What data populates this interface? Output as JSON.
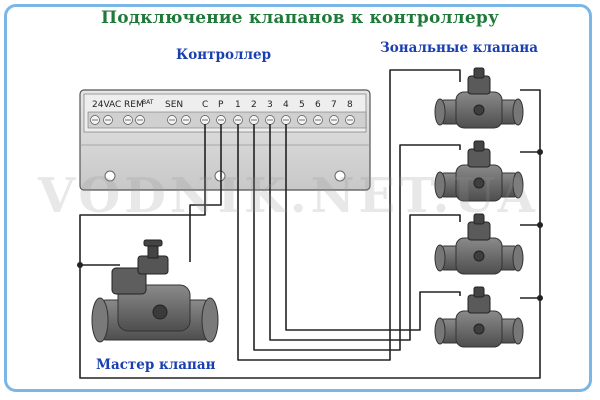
{
  "title": "Подключение клапанов к контроллеру",
  "labels": {
    "controller": "Контроллер",
    "zone_valves": "Зональные клапана",
    "master_valve": "Мастер клапан"
  },
  "watermark": "VODNIK.NET.UA",
  "controller": {
    "terminal_groups": [
      "24VAC",
      "REM",
      "SEN"
    ],
    "bat_label": "BAT",
    "terminals": [
      "C",
      "P",
      "1",
      "2",
      "3",
      "4",
      "5",
      "6",
      "7",
      "8"
    ]
  },
  "colors": {
    "frame": "#7ab6e6",
    "title": "#1f7a3a",
    "labels": "#1a3fb0",
    "wire": "#222222",
    "controller_body": "#d9d9d9",
    "valve_body": "#6a6a6a"
  }
}
